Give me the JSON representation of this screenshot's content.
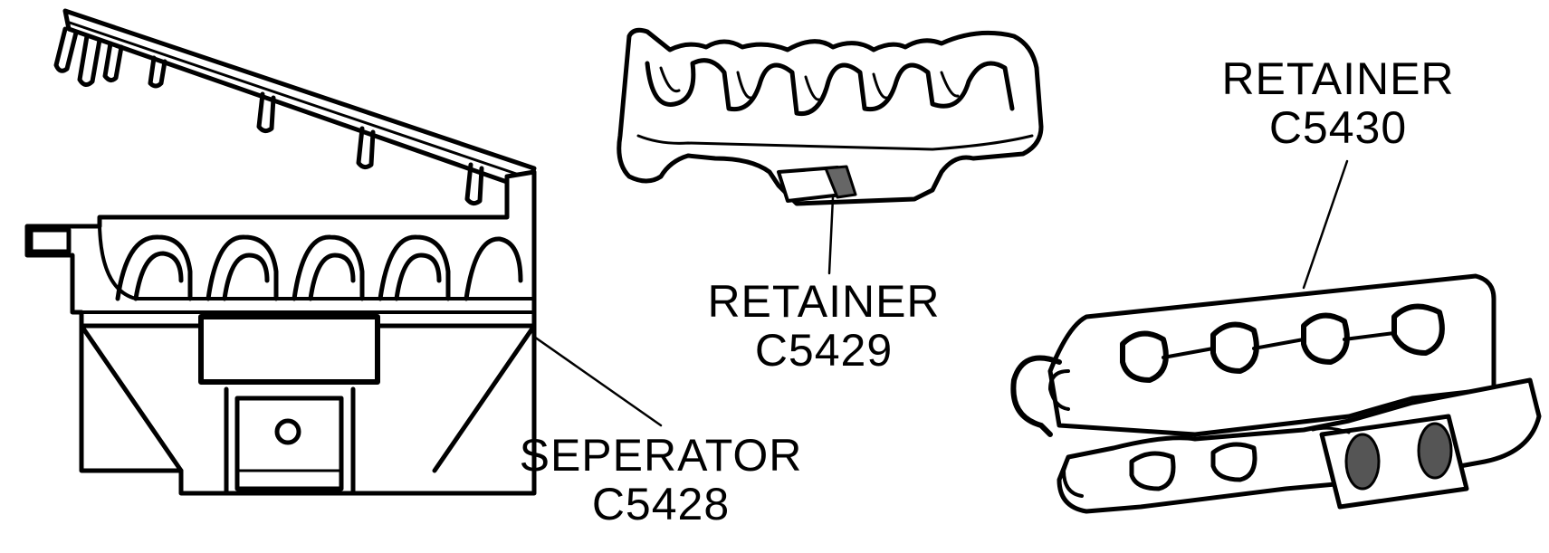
{
  "colors": {
    "ink": "#000000",
    "paper": "#ffffff",
    "shade": "#555555"
  },
  "parts": [
    {
      "name": "SEPERATOR",
      "code": "C5428"
    },
    {
      "name": "RETAINER",
      "code": "C5429"
    },
    {
      "name": "RETAINER",
      "code": "C5430"
    }
  ]
}
